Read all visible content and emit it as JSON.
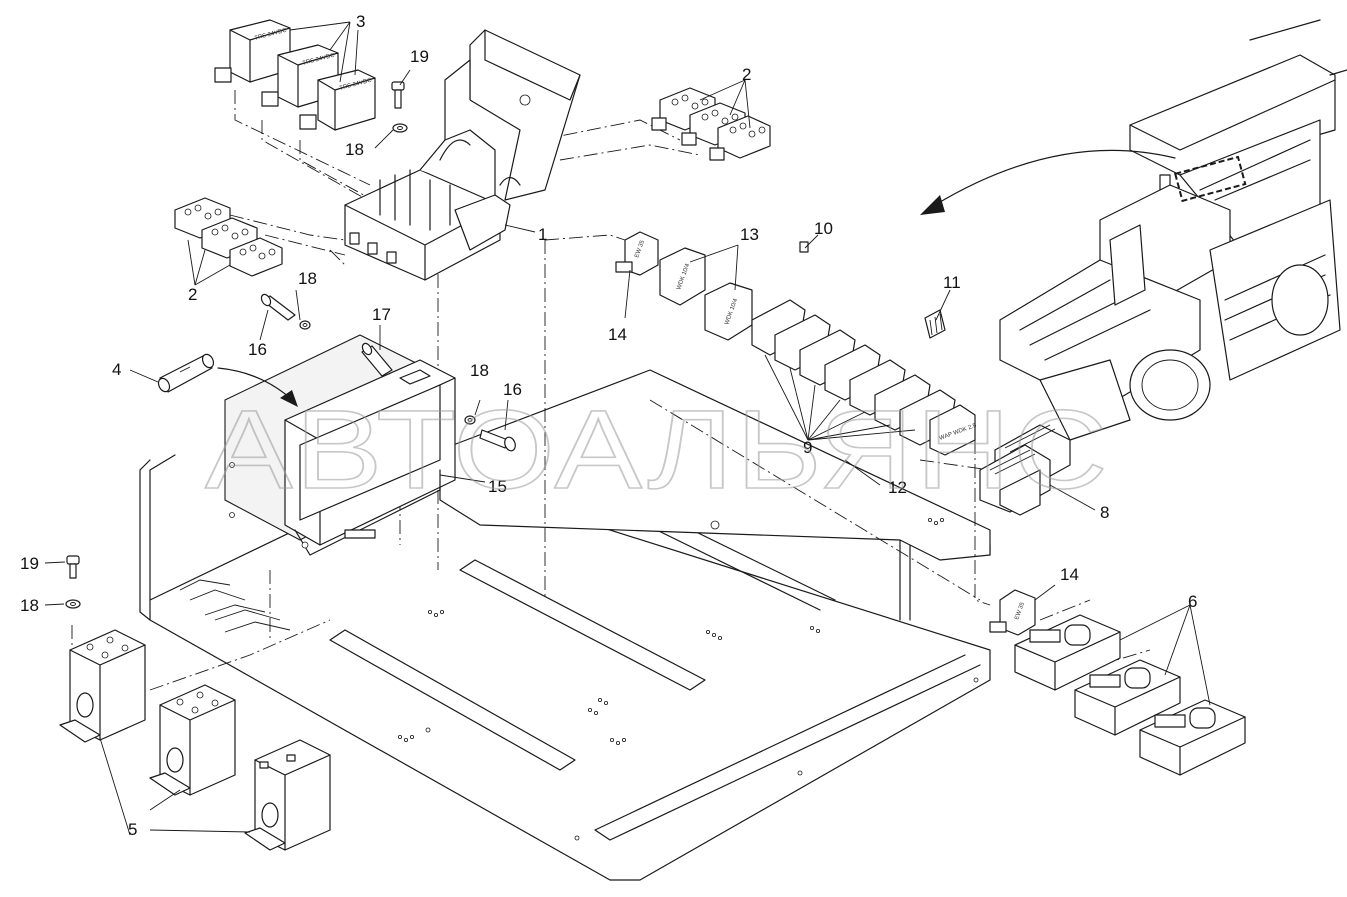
{
  "watermark": "АВТОАЛЬЯНС",
  "callouts": {
    "c1": "1",
    "c2a": "2",
    "c2b": "2",
    "c3": "3",
    "c4": "4",
    "c5": "5",
    "c6": "6",
    "c8": "8",
    "c9": "9",
    "c10": "10",
    "c11": "11",
    "c12": "12",
    "c13": "13",
    "c14a": "14",
    "c14b": "14",
    "c15": "15",
    "c16a": "16",
    "c16b": "16",
    "c17": "17",
    "c18a": "18",
    "c18b": "18",
    "c18c": "18",
    "c18d": "18",
    "c19a": "19",
    "c19b": "19"
  },
  "part_markings": {
    "fuse_holder": "WDK 10/4",
    "end_bracket": "EW 35",
    "end_plate": "WAP WDK 2.5",
    "relay_label": "TRS 24VDC"
  }
}
